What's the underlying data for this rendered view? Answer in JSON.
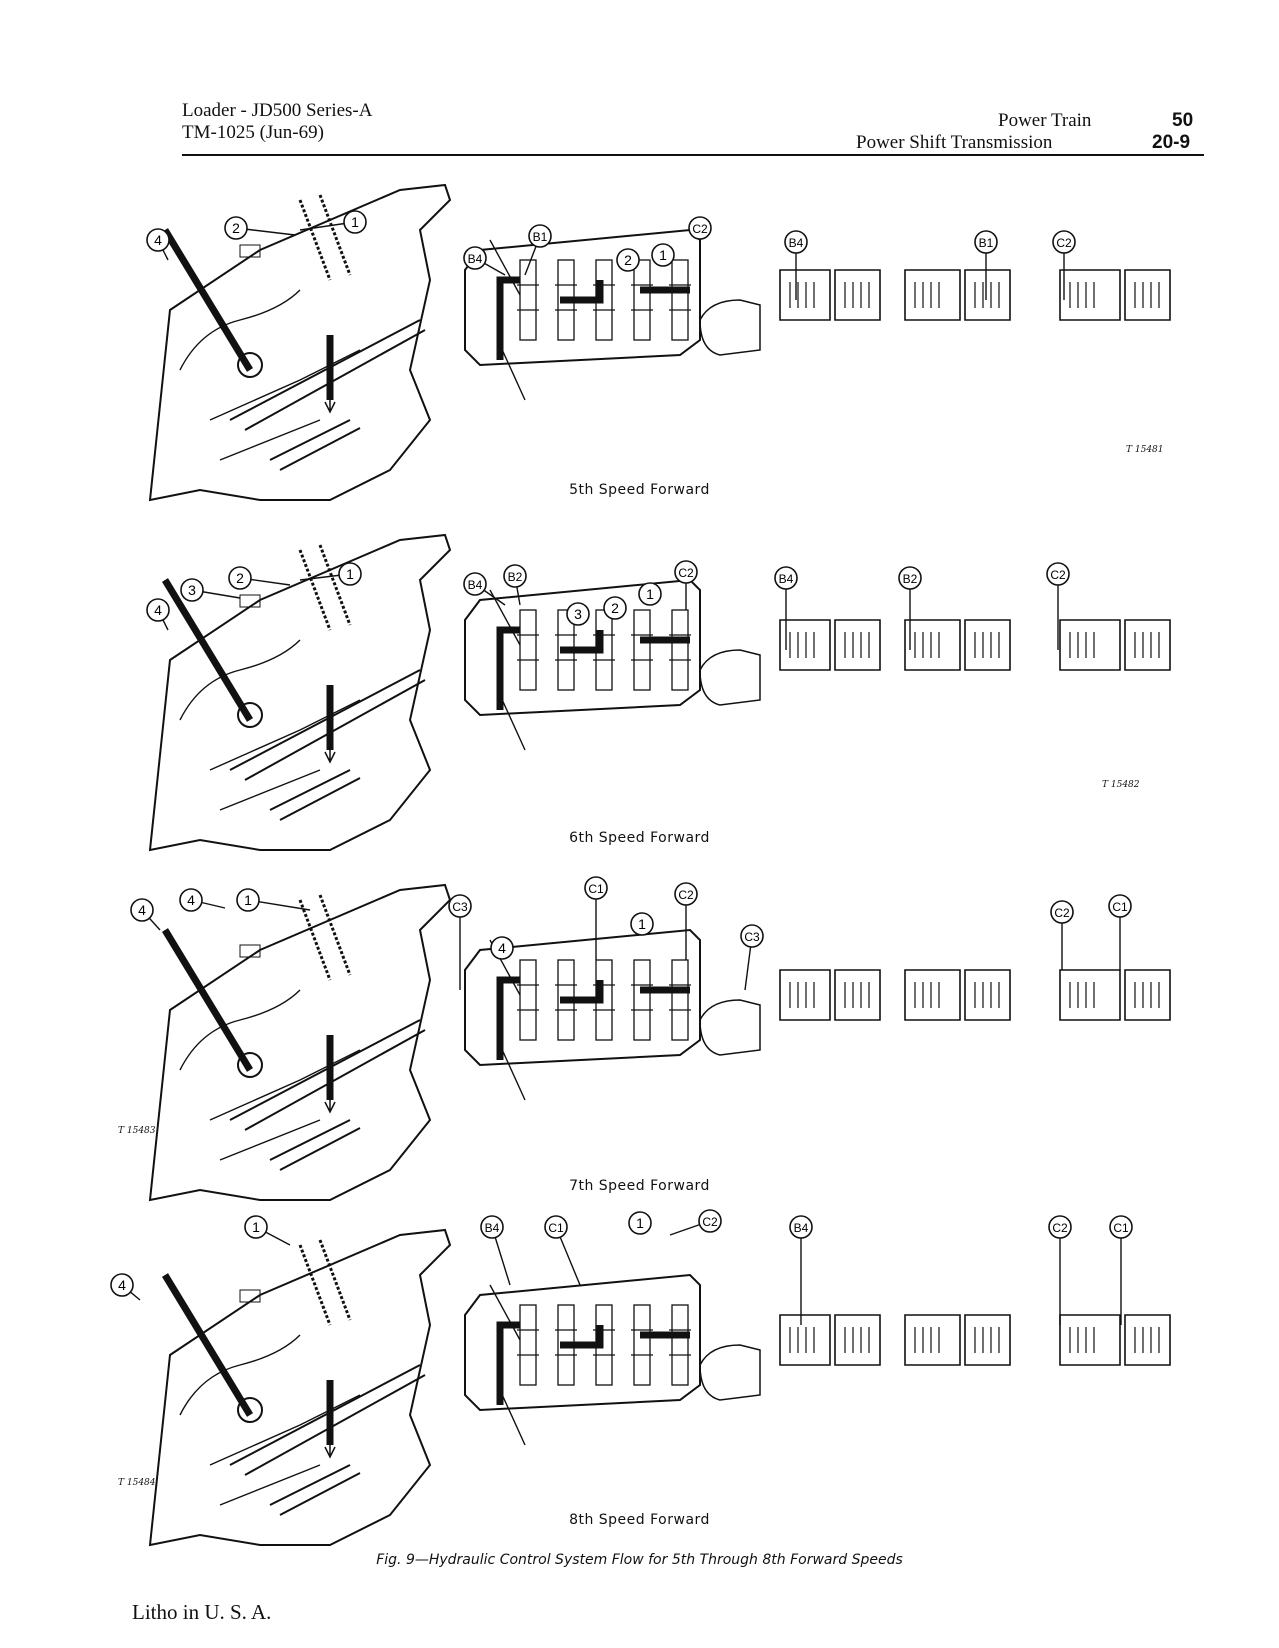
{
  "header": {
    "left_line1": "Loader - JD500 Series-A",
    "left_line2": "TM-1025   (Jun-69)",
    "right_line1": "Power Train",
    "right_line2": "Power Shift Transmission",
    "page_number": "50",
    "section_number": "20-9"
  },
  "figures": [
    {
      "caption": "5th Speed Forward",
      "ref": "T 15481",
      "housing_callouts": [
        "4",
        "2",
        "1"
      ],
      "valve_callouts": [
        "B4",
        "B1",
        "2",
        "1",
        "C2"
      ],
      "pack_callouts": [
        "B4",
        "B1",
        "C2"
      ]
    },
    {
      "caption": "6th Speed Forward",
      "ref": "T 15482",
      "housing_callouts": [
        "4",
        "3",
        "2",
        "1"
      ],
      "valve_callouts": [
        "B4",
        "B2",
        "3",
        "2",
        "1",
        "C2"
      ],
      "pack_callouts": [
        "B4",
        "B2",
        "C2"
      ]
    },
    {
      "caption": "7th Speed Forward",
      "ref": "T 15483",
      "housing_callouts": [
        "4",
        "4",
        "1"
      ],
      "valve_callouts": [
        "C3",
        "4",
        "C1",
        "1",
        "C2"
      ],
      "pack_callouts": [
        "C3",
        "C2",
        "C1"
      ]
    },
    {
      "caption": "8th Speed Forward",
      "ref": "T 15484",
      "housing_callouts": [
        "4",
        "1"
      ],
      "valve_callouts": [
        "B4",
        "C1",
        "1",
        "C2"
      ],
      "pack_callouts": [
        "B4",
        "C2",
        "C1"
      ]
    }
  ],
  "figure_caption": "Fig. 9—Hydraulic Control System Flow for 5th Through 8th Forward Speeds",
  "footer": "Litho in U. S. A."
}
